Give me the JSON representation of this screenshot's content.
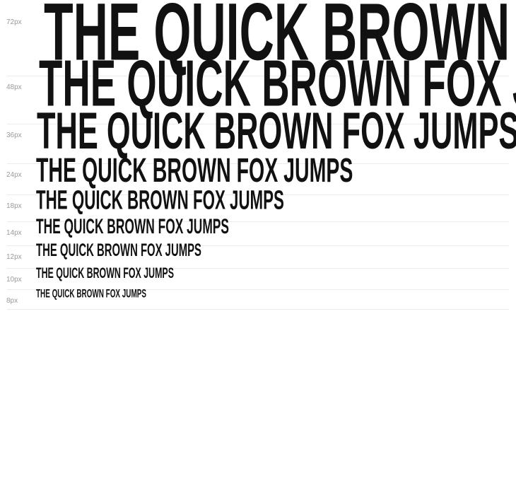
{
  "specimen": {
    "sample_text": "THE QUICK BROWN FOX JUMPS",
    "rows": [
      {
        "label": "72px"
      },
      {
        "label": "48px"
      },
      {
        "label": "36px"
      },
      {
        "label": "24px"
      },
      {
        "label": "18px"
      },
      {
        "label": "14px"
      },
      {
        "label": "12px"
      },
      {
        "label": "10px"
      },
      {
        "label": "8px"
      }
    ]
  },
  "colors": {
    "text": "#111111",
    "label": "#9a9a9a",
    "divider": "#ececec",
    "background": "#ffffff"
  }
}
